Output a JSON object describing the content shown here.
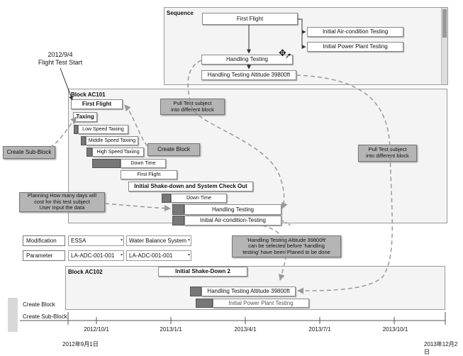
{
  "sequence": {
    "title": "Sequence",
    "first_flight": "First Flight",
    "air_condition": "Initial Air-condition Testing",
    "power_plant": "Initial Power Plant Testing",
    "handling": "Handling Testing",
    "handling_altitude": "Handling Testing Altitude 39800ft"
  },
  "start_note": {
    "date": "2012/9/4",
    "text": "Flight Test Start"
  },
  "block1": {
    "title": "Block AC101",
    "first_flight": "First Flight",
    "taxing": "Taxing",
    "low_speed": "Low Speed Taxiing",
    "middle_speed": "Middle Speed Taxiing",
    "high_speed": "High  Speed Taxiing",
    "down_time_1": "Down Time",
    "first_flight_2": "First Flight",
    "shakedown": "Initial Shake-down and System Check Out",
    "down_time_2": "Down Time",
    "handling": "Handling Testing",
    "air_condition": "Initial Air-condition-Testing"
  },
  "callouts": {
    "pull1": "Pull Test subject\ninto different block",
    "pull2": "Pull Test subject\ninto different block",
    "create_block": "Create Block",
    "create_sub_block": "Create Sub-Block",
    "planning": "Planning How many days will\ncost for this test subject\nUser Input the data",
    "selected_before": "'Handling Testing Altitude 39800ft'\ncan be selected before  'handling\ntesting'  have been Planed to be done"
  },
  "filters": {
    "modification_label": "Modification",
    "modification_value": "ESSA",
    "modification_value2": "Water Balance System",
    "parameter_label": "Parameter",
    "parameter_value": "LA-ADC-001-001",
    "parameter_value2": "LA-ADC-001-001"
  },
  "block2": {
    "title": "Block AC102",
    "shakedown": "Initial Shake-Down 2",
    "handling_altitude": "Handling Testing Altitude 39800ft",
    "power_plant": "Initial Power Plant Testing"
  },
  "side_menu": {
    "create_block": "Create Block",
    "create_sub_block": "Create Sub-Block"
  },
  "timeline": {
    "ticks": [
      "2012/10/1",
      "2013/1/1",
      "2013/4/1",
      "2013/7/1",
      "2013/10/1"
    ],
    "start": "2012年9月1日",
    "end": "2013年12月2日"
  },
  "colors": {
    "panel": "#f4f4f4",
    "callout": "#b5b5b5",
    "arrow": "#999999",
    "bar": "#777777"
  },
  "icons": [
    "move-cursor-icon",
    "pointer-cursor-icon",
    "chevron-down-icon"
  ]
}
